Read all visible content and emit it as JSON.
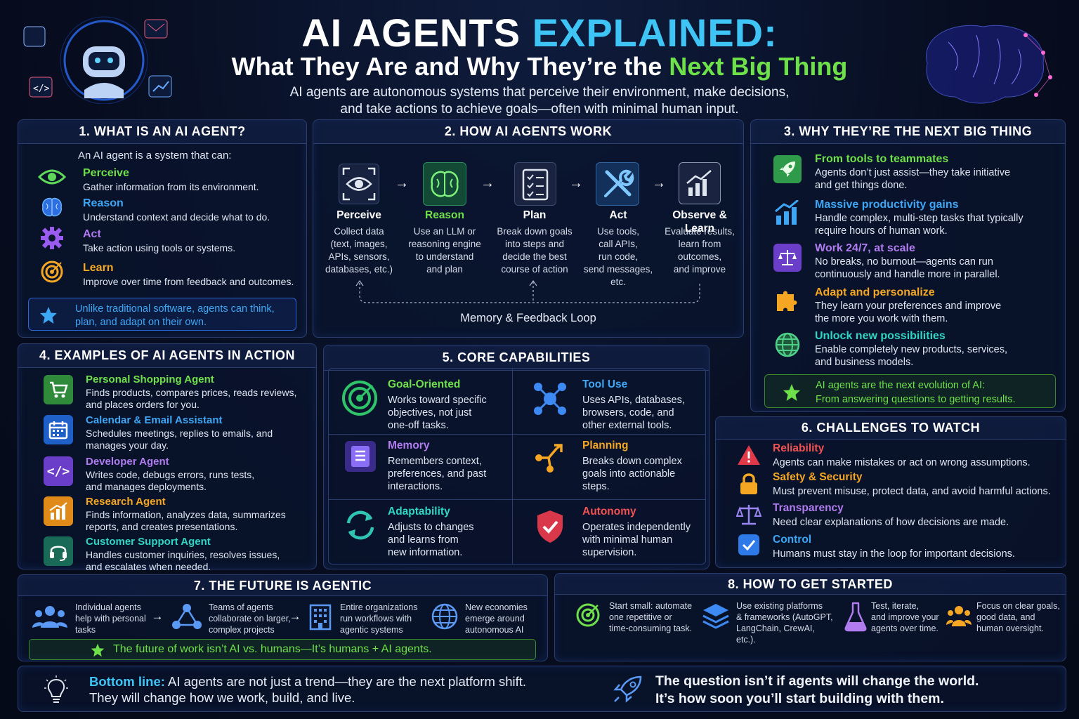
{
  "header": {
    "title_a": "AI AGENTS ",
    "title_b": "EXPLAINED:",
    "subtitle_a": "What They Are and Why They’re the ",
    "subtitle_b": "Next Big Thing",
    "intro_1": "AI agents are autonomous systems that perceive their environment, make decisions,",
    "intro_2": "and take actions to achieve goals—often with minimal human input."
  },
  "colors": {
    "green": "#6ee04a",
    "blue": "#3ea7f5",
    "purple": "#b07cf0",
    "orange": "#f5a623",
    "red": "#f05252",
    "panel_border": "#2a3d6e"
  },
  "s1": {
    "title": "1. WHAT IS AN AI AGENT?",
    "lead": "An AI agent is a system that can:",
    "items": [
      {
        "name": "Perceive",
        "desc": "Gather information from its environment.",
        "icon": "eye-icon"
      },
      {
        "name": "Reason",
        "desc": "Understand context and decide what to do.",
        "icon": "brain-icon"
      },
      {
        "name": "Act",
        "desc": "Take action using tools or systems.",
        "icon": "gear-icon"
      },
      {
        "name": "Learn",
        "desc": "Improve over time from feedback and outcomes.",
        "icon": "target-icon"
      }
    ],
    "note_1": "Unlike traditional software, agents can think,",
    "note_2": "plan, and adapt on their own."
  },
  "s2": {
    "title": "2. HOW AI AGENTS WORK",
    "steps": [
      {
        "name": "Perceive",
        "lines": [
          "Collect data",
          "(text, images,",
          "APIs, sensors,",
          "databases, etc.)"
        ]
      },
      {
        "name": "Reason",
        "lines": [
          "Use an LLM or",
          "reasoning engine",
          "to understand",
          "and plan"
        ]
      },
      {
        "name": "Plan",
        "lines": [
          "Break down goals",
          "into steps and",
          "decide the best",
          "course of action"
        ]
      },
      {
        "name": "Act",
        "lines": [
          "Use tools,",
          "call APIs,",
          "run code,",
          "send messages,",
          "etc."
        ]
      },
      {
        "name": "Observe & Learn",
        "lines": [
          "Evaluate results,",
          "learn from",
          "outcomes,",
          "and improve"
        ]
      }
    ],
    "loop": "Memory & Feedback Loop"
  },
  "s3": {
    "title": "3. WHY THEY’RE THE NEXT BIG THING",
    "items": [
      {
        "name": "From tools to teammates",
        "d1": "Agents don’t just assist—they take initiative",
        "d2": "and get things done.",
        "icon": "rocket-icon"
      },
      {
        "name": "Massive productivity gains",
        "d1": "Handle complex, multi-step tasks that typically",
        "d2": "require hours of human work.",
        "icon": "chart-up-icon"
      },
      {
        "name": "Work 24/7, at scale",
        "d1": "No breaks, no burnout—agents can run",
        "d2": "continuously and handle more in parallel.",
        "icon": "scale-icon"
      },
      {
        "name": "Adapt and personalize",
        "d1": "They learn your preferences and improve",
        "d2": "the more you work with them.",
        "icon": "puzzle-icon"
      },
      {
        "name": "Unlock new possibilities",
        "d1": "Enable completely new products, services,",
        "d2": "and business models.",
        "icon": "globe-icon"
      }
    ],
    "note_1": "AI agents are the next evolution of AI:",
    "note_2": "From answering questions to getting results."
  },
  "s4": {
    "title": "4. EXAMPLES OF AI AGENTS IN ACTION",
    "items": [
      {
        "name": "Personal Shopping Agent",
        "d1": "Finds products, compares prices, reads reviews,",
        "d2": "and places orders for you.",
        "icon": "cart-icon"
      },
      {
        "name": "Calendar & Email Assistant",
        "d1": "Schedules meetings, replies to emails, and",
        "d2": "manages your day.",
        "icon": "calendar-icon"
      },
      {
        "name": "Developer Agent",
        "d1": "Writes code, debugs errors, runs tests,",
        "d2": "and manages deployments.",
        "icon": "code-icon"
      },
      {
        "name": "Research Agent",
        "d1": "Finds information, analyzes data, summarizes",
        "d2": "reports, and creates presentations.",
        "icon": "bar-chart-icon"
      },
      {
        "name": "Customer Support Agent",
        "d1": "Handles customer inquiries, resolves issues,",
        "d2": "and escalates when needed.",
        "icon": "headset-icon"
      }
    ]
  },
  "s5": {
    "title": "5. CORE CAPABILITIES",
    "items": [
      {
        "name": "Goal-Oriented",
        "lines": [
          "Works toward specific",
          "objectives, not just",
          "one-off tasks."
        ],
        "icon": "target-icon"
      },
      {
        "name": "Tool Use",
        "lines": [
          "Uses APIs, databases,",
          "browsers, code, and",
          "other external tools."
        ],
        "icon": "network-icon"
      },
      {
        "name": "Memory",
        "lines": [
          "Remembers context,",
          "preferences, and past",
          "interactions."
        ],
        "icon": "document-icon"
      },
      {
        "name": "Planning",
        "lines": [
          "Breaks down complex",
          "goals into actionable",
          "steps."
        ],
        "icon": "branch-icon"
      },
      {
        "name": "Adaptability",
        "lines": [
          "Adjusts to changes",
          "and learns from",
          "new information."
        ],
        "icon": "refresh-icon"
      },
      {
        "name": "Autonomy",
        "lines": [
          "Operates independently",
          "with minimal human",
          "supervision."
        ],
        "icon": "shield-icon"
      }
    ]
  },
  "s6": {
    "title": "6. CHALLENGES TO WATCH",
    "items": [
      {
        "name": "Reliability",
        "desc": "Agents can make mistakes or act on wrong assumptions.",
        "icon": "warning-icon"
      },
      {
        "name": "Safety & Security",
        "desc": "Must prevent misuse, protect data, and avoid harmful actions.",
        "icon": "lock-icon"
      },
      {
        "name": "Transparency",
        "desc": "Need clear explanations of how decisions are made.",
        "icon": "scale-icon"
      },
      {
        "name": "Control",
        "desc": "Humans must stay in the loop for important decisions.",
        "icon": "checkbox-icon"
      }
    ]
  },
  "s7": {
    "title": "7. THE FUTURE IS AGENTIC",
    "items": [
      {
        "lines": [
          "Individual agents",
          "help with personal",
          "tasks"
        ],
        "icon": "people-icon"
      },
      {
        "lines": [
          "Teams of agents",
          "collaborate on larger,",
          "complex projects"
        ],
        "icon": "team-network-icon"
      },
      {
        "lines": [
          "Entire organizations",
          "run workflows with",
          "agentic systems"
        ],
        "icon": "building-icon"
      },
      {
        "lines": [
          "New economies",
          "emerge around",
          "autonomous AI"
        ],
        "icon": "globe-icon"
      }
    ],
    "note": "The future of work isn’t AI vs. humans—It’s humans + AI agents."
  },
  "s8": {
    "title": "8. HOW TO GET STARTED",
    "items": [
      {
        "lines": [
          "Start small: automate",
          "one repetitive or",
          "time-consuming task."
        ],
        "icon": "target-icon"
      },
      {
        "lines": [
          "Use existing platforms",
          "& frameworks (AutoGPT,",
          "LangChain, CrewAI,",
          "etc.)."
        ],
        "icon": "layers-icon"
      },
      {
        "lines": [
          "Test, iterate,",
          "and improve your",
          "agents over time."
        ],
        "icon": "flask-icon"
      },
      {
        "lines": [
          "Focus on clear goals,",
          "good data, and",
          "human oversight."
        ],
        "icon": "team-icon"
      }
    ]
  },
  "footer": {
    "bottom_label": "Bottom line:",
    "bottom_1": " AI agents are not just a trend—they are the next platform shift.",
    "bottom_2": "They will change how we work, build, and live.",
    "q1": "The question isn’t if agents will change the world.",
    "q2": "It’s how soon you’ll start building with them."
  }
}
